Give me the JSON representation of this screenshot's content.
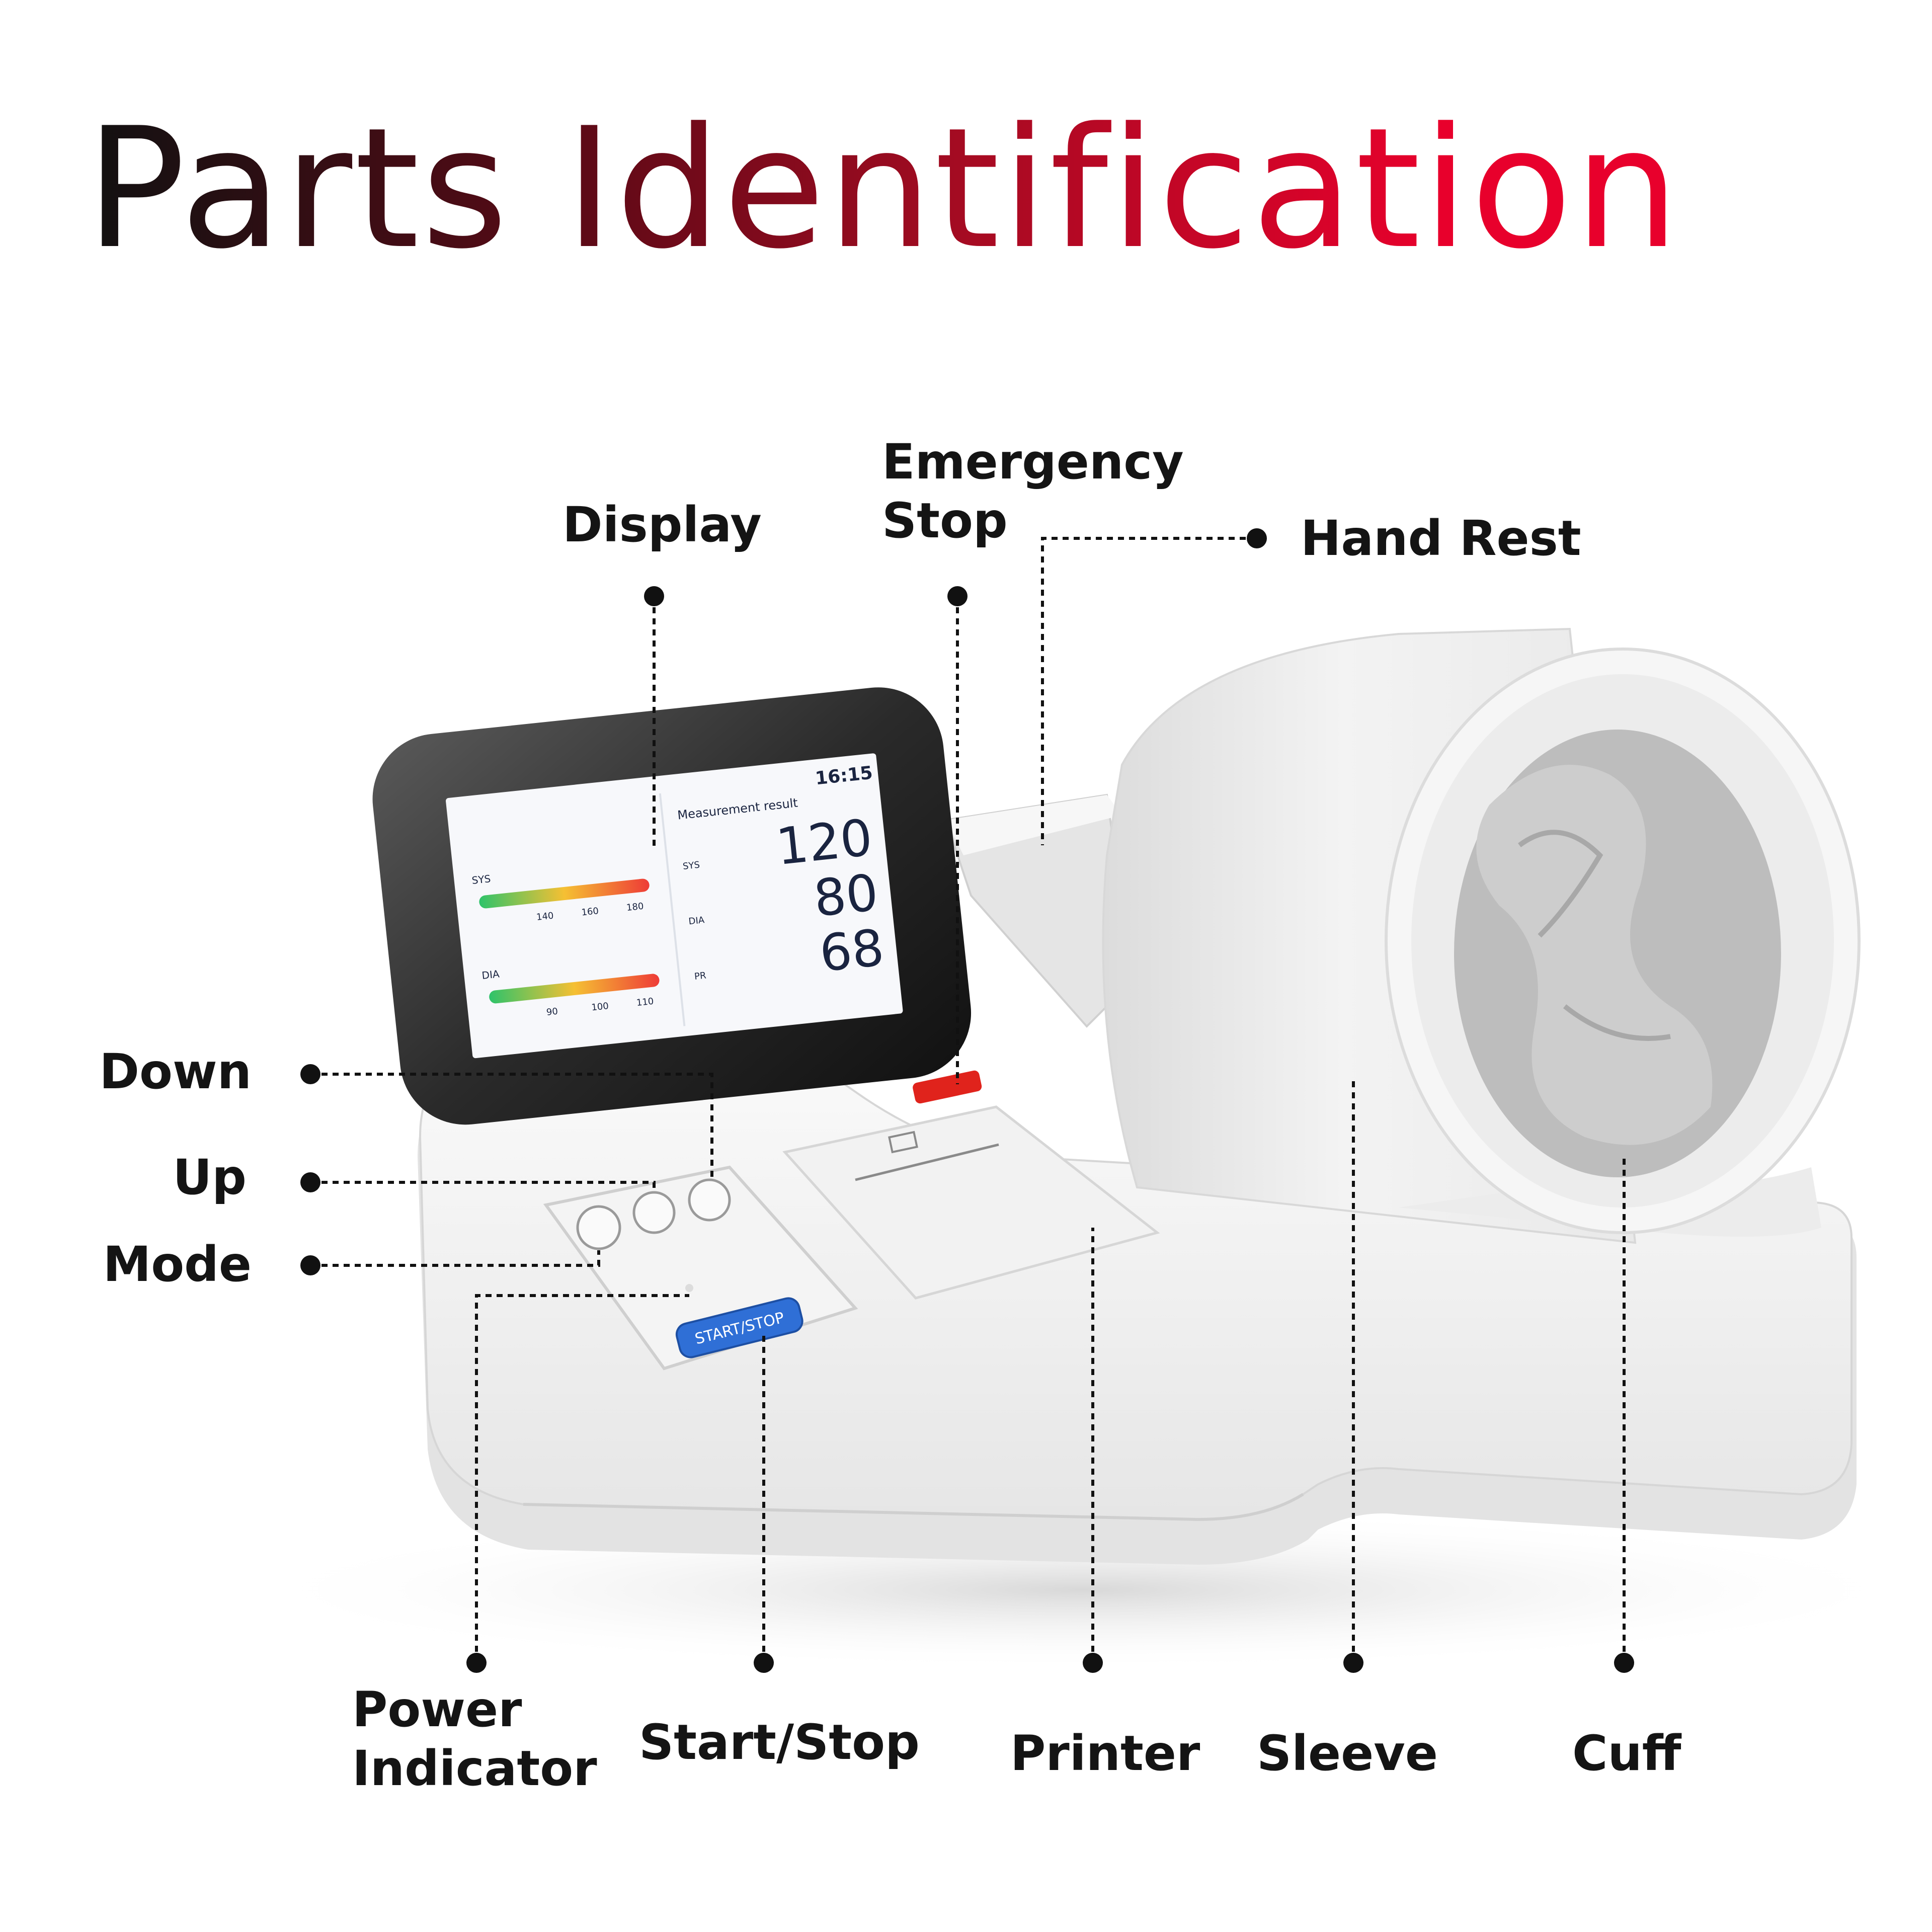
{
  "title": {
    "part1": "Parts ",
    "part2": "Identification"
  },
  "labels": {
    "display": "Display",
    "emergency_stop_line1": "Emergency",
    "emergency_stop_line2": "Stop",
    "hand_rest": "Hand Rest",
    "down": "Down",
    "up": "Up",
    "mode": "Mode",
    "power_indicator_line1": "Power",
    "power_indicator_line2": "Indicator",
    "start_stop": "Start/Stop",
    "printer": "Printer",
    "sleeve": "Sleeve",
    "cuff": "Cuff"
  },
  "device_screen": {
    "time": "16:15",
    "heading": "Measurement result",
    "sys_value": "120",
    "dia_value": "80",
    "pulse_value": "68",
    "sys_label": "SYS",
    "dia_label": "DIA",
    "pr_label": "PR",
    "sys_ticks": [
      "140",
      "160",
      "180"
    ],
    "dia_ticks": [
      "90",
      "100",
      "110"
    ]
  },
  "device_buttons": {
    "start_stop_button": "START/STOP"
  },
  "colors": {
    "title_dark": "#111111",
    "title_red": "#e8002c",
    "button_blue": "#2f6fd6",
    "emergency_red": "#e0231c"
  }
}
